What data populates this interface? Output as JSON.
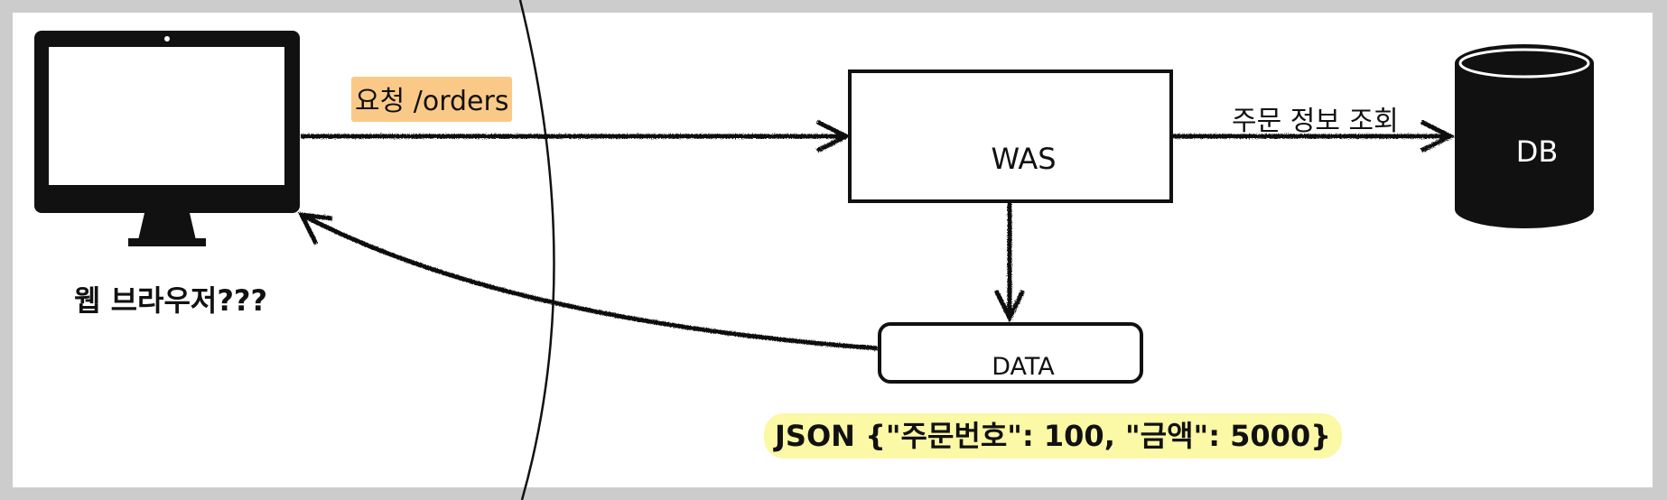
{
  "diagram": {
    "client": {
      "label": "웹 브라우저???"
    },
    "request": {
      "label": "요청 /orders"
    },
    "server": {
      "label": "WAS"
    },
    "query": {
      "label": "주문 정보 조회"
    },
    "database": {
      "label": "DB"
    },
    "response": {
      "label": "DATA"
    },
    "payload": {
      "label": "JSON {\"주문번호\": 100, \"금액\": 5000}"
    }
  },
  "colors": {
    "request_highlight": "#fbc987",
    "payload_highlight": "#fbf8a6",
    "stroke": "#111111",
    "background_frame": "#cccccc"
  }
}
